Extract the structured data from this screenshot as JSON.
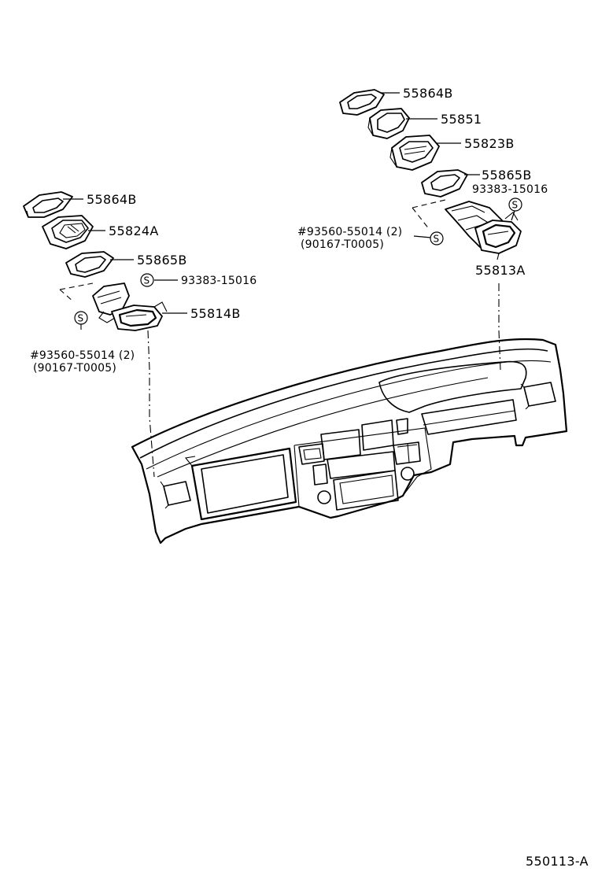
{
  "left_group": {
    "label_55864B": "55864B",
    "label_55824A": "55824A",
    "label_55865B": "55865B",
    "label_93383": "93383-15016",
    "label_55814B": "55814B",
    "label_93560": "#93560-55014 (2)",
    "label_90167": "(90167-T0005)",
    "s_mark": "S"
  },
  "right_group": {
    "label_55864B": "55864B",
    "label_55851": "55851",
    "label_55823B": "55823B",
    "label_55865B": "55865B",
    "label_93383": "93383-15016",
    "label_93560": "#93560-55014 (2)",
    "label_90167": "(90167-T0005)",
    "label_55813A": "55813A",
    "s_mark": "S"
  },
  "figure_id": "550113-A",
  "icons": [
    "screw-symbol-icon",
    "vent-gasket-icon",
    "vent-duct-icon",
    "instrument-panel-icon"
  ]
}
